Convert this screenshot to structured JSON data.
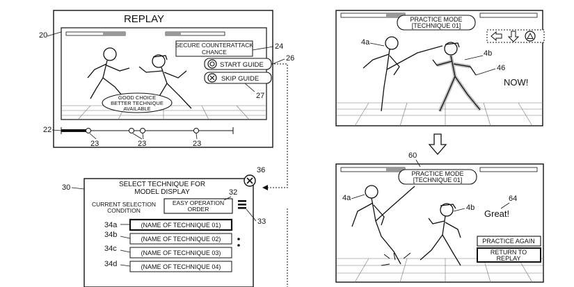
{
  "replay": {
    "title": "REPLAY",
    "callout_lines": [
      "SECURE COUNTERATTACK",
      "CHANCE"
    ],
    "start_guide": "START GUIDE",
    "skip_guide": "SKIP GUIDE",
    "good_choice_lines": [
      "GOOD CHOICE",
      "BETTER TECHNIQUE",
      "AVAILABLE"
    ],
    "ref_screen": "20",
    "ref_callout": "24",
    "ref_start": "26",
    "ref_skip": "27",
    "ref_timeline": "22",
    "ref_markers": [
      "23",
      "23",
      "23"
    ]
  },
  "select_panel": {
    "title_lines": [
      "SELECT TECHNIQUE FOR",
      "MODEL DISPLAY"
    ],
    "condition_lines": [
      "CURRENT SELECTION",
      "CONDITION"
    ],
    "order_lines": [
      "EASY OPERATION",
      "ORDER"
    ],
    "techniques": [
      "(NAME OF TECHNIQUE 01)",
      "(NAME OF TECHNIQUE 02)",
      "(NAME OF TECHNIQUE 03)",
      "(NAME OF TECHNIQUE 04)"
    ],
    "technique_refs": [
      "34a",
      "34b",
      "34c",
      "34d"
    ],
    "ref_panel": "30",
    "ref_order": "32",
    "ref_menu": "33",
    "ref_close": "36"
  },
  "practice_top": {
    "mode_lines": [
      "PRACTICE MODE",
      "[TECHNIQUE 01]"
    ],
    "now": "NOW!",
    "ref_a": "4a",
    "ref_b": "4b",
    "ref_highlight": "46"
  },
  "practice_bottom": {
    "mode_lines": [
      "PRACTICE MODE",
      "[TECHNIQUE 01]"
    ],
    "great": "Great!",
    "practice_again": "PRACTICE AGAIN",
    "return_lines": [
      "RETURN TO",
      "REPLAY"
    ],
    "ref_screen": "60",
    "ref_a": "4a",
    "ref_b": "4b",
    "ref_great": "64"
  }
}
